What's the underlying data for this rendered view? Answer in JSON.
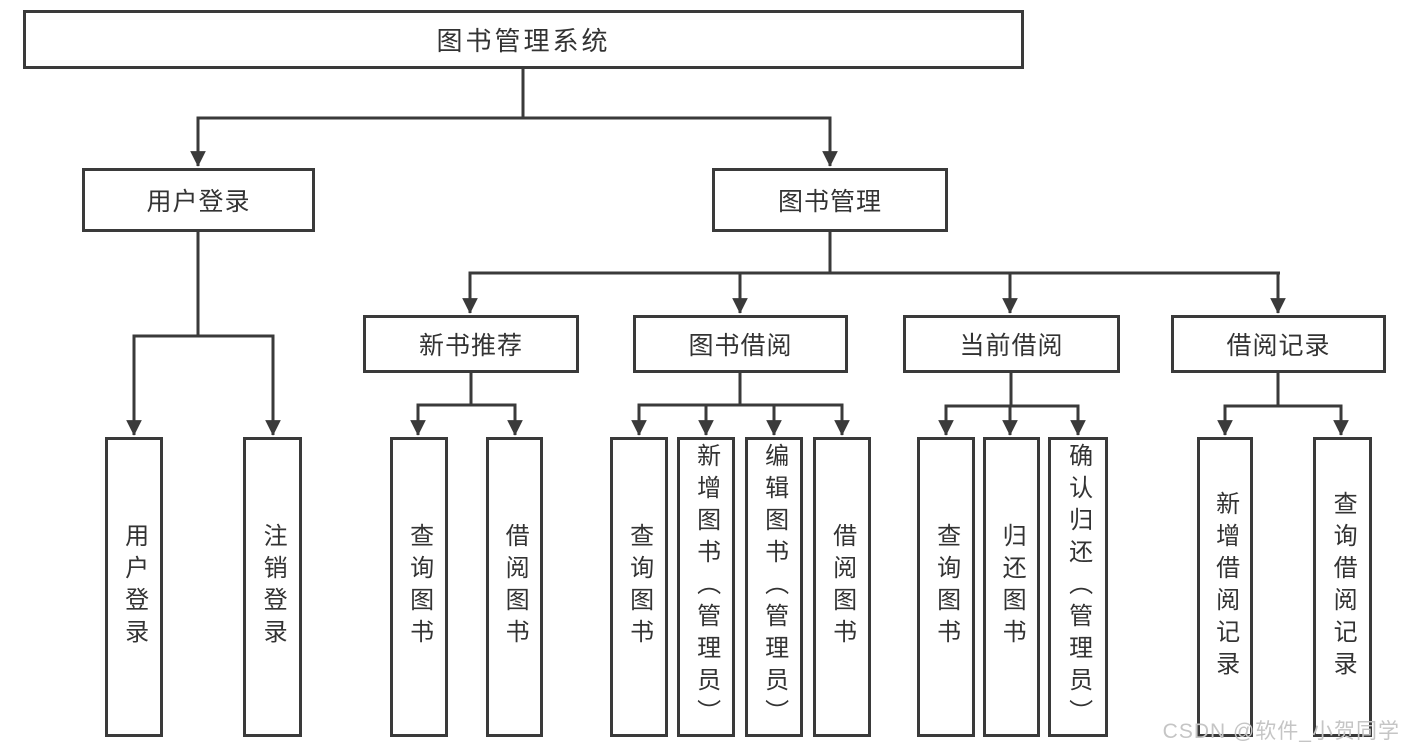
{
  "diagram": {
    "root": {
      "label": "图书管理系统"
    },
    "user_login": {
      "label": "用户登录",
      "children": [
        {
          "label": "用户登录"
        },
        {
          "label": "注销登录"
        }
      ]
    },
    "book_management": {
      "label": "图书管理",
      "sections": [
        {
          "label": "新书推荐",
          "children": [
            {
              "label": "查询图书"
            },
            {
              "label": "借阅图书"
            }
          ]
        },
        {
          "label": "图书借阅",
          "children": [
            {
              "label": "查询图书"
            },
            {
              "label": "新增图书（管理员）"
            },
            {
              "label": "编辑图书（管理员）"
            },
            {
              "label": "借阅图书"
            }
          ]
        },
        {
          "label": "当前借阅",
          "children": [
            {
              "label": "查询图书"
            },
            {
              "label": "归还图书"
            },
            {
              "label": "确认归还（管理员）"
            }
          ]
        },
        {
          "label": "借阅记录",
          "children": [
            {
              "label": "新增借阅记录"
            },
            {
              "label": "查询借阅记录"
            }
          ]
        }
      ]
    }
  },
  "watermark": {
    "text": "CSDN @软件_小贺同学"
  },
  "colors": {
    "line": "#3a3a3a",
    "text": "#333333",
    "watermark": "#c5c5c5",
    "background": "#ffffff"
  }
}
